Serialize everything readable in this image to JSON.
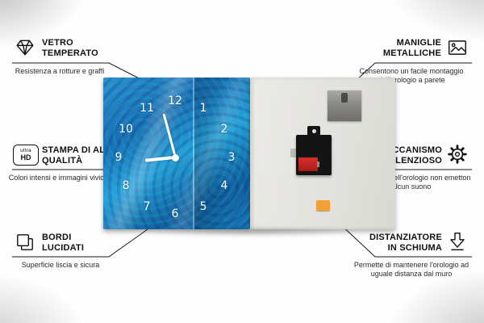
{
  "callouts": {
    "left": [
      {
        "icon": "diamond-icon",
        "title": "VETRO TEMPERATO",
        "desc": "Resistenza a rotture e graffi"
      },
      {
        "icon": "ultra-hd-icon",
        "title": "STAMPA DI ALTA QUALITÀ",
        "desc": "Colori intensi e immagini vivide"
      },
      {
        "icon": "polished-edges-icon",
        "title": "BORDI LUCIDATI",
        "desc": "Superficie liscia e sicura"
      }
    ],
    "right": [
      {
        "icon": "picture-frame-icon",
        "title": "MANIGLIE METALLICHE",
        "desc": "Consentono un facile montaggio dell'orologio a parete"
      },
      {
        "icon": "gear-icon",
        "title": "MECCANISMO SILENZIOSO",
        "desc": "Le lancette dell'orologio non emetton alcun suono"
      },
      {
        "icon": "arrow-down-icon",
        "title": "DISTANZIATORE IN SCHIUMA",
        "desc": "Permette di mantenere l'orologio ad uguale distanza dal muro"
      }
    ]
  },
  "ultra_hd": {
    "line1": "ultra",
    "line2": "HD"
  },
  "clock": {
    "numbers": [
      "1",
      "2",
      "3",
      "4",
      "5",
      "6",
      "7",
      "8",
      "9",
      "10",
      "11",
      "12"
    ]
  },
  "colors": {
    "clock_blue": "#1e7dc1",
    "spacer_orange": "#f2a132",
    "battery_red": "#c8201c",
    "line": "#1a1a1a"
  }
}
